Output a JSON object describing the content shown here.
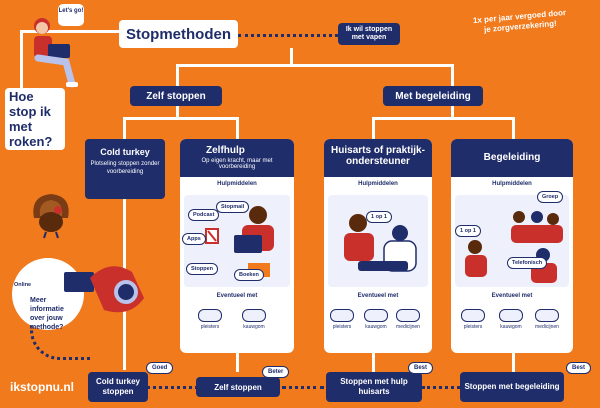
{
  "header": {
    "title": "Stopmethoden",
    "vape_link": "Ik wil stoppen met vapen",
    "question": "Hoe stop ik met roken?",
    "lets_go": "Let's go!",
    "reimbursement": "1x per jaar vergoed door je zorgverzekering!"
  },
  "branches": {
    "self": "Zelf stoppen",
    "guided": "Met begeleiding"
  },
  "cards": {
    "cold_turkey": {
      "title": "Cold turkey",
      "subtitle": "Plotseling stoppen zonder voorbereiding"
    },
    "zelfhulp": {
      "title": "Zelfhulp",
      "subtitle": "Op eigen kracht, maar met voorbereiding",
      "aids_label": "Hulpmiddelen",
      "aids": [
        "Podcast",
        "Stopmail",
        "Apps",
        "Stoppen",
        "Boeken"
      ],
      "optional_label": "Eventueel met",
      "optional": [
        "pleisters",
        "kauwgom"
      ]
    },
    "huisarts": {
      "title": "Huisarts of praktijk-ondersteuner",
      "aids_label": "Hulpmiddelen",
      "aids": [
        "1 op 1"
      ],
      "optional_label": "Eventueel met",
      "optional": [
        "pleisters",
        "kauwgom",
        "medicijnen"
      ]
    },
    "begeleiding": {
      "title": "Begeleiding",
      "aids_label": "Hulpmiddelen",
      "aids": [
        "Groep",
        "1 op 1",
        "Telefonisch"
      ],
      "optional_label": "Eventueel met",
      "optional": [
        "pleisters",
        "kauwgom",
        "medicijnen"
      ]
    }
  },
  "side": {
    "online": "Online",
    "more_info": "Meer informatie over jouw methode?",
    "site": "ikstopnu.nl"
  },
  "outcomes": [
    {
      "label": "Cold turkey stoppen",
      "rating": "Goed"
    },
    {
      "label": "Zelf stoppen",
      "rating": "Beter"
    },
    {
      "label": "Stoppen met hulp huisarts",
      "rating": "Best"
    },
    {
      "label": "Stoppen met begeleiding",
      "rating": "Best"
    }
  ],
  "colors": {
    "background": "#f07a1c",
    "navy": "#1f2d6b",
    "white": "#ffffff"
  }
}
